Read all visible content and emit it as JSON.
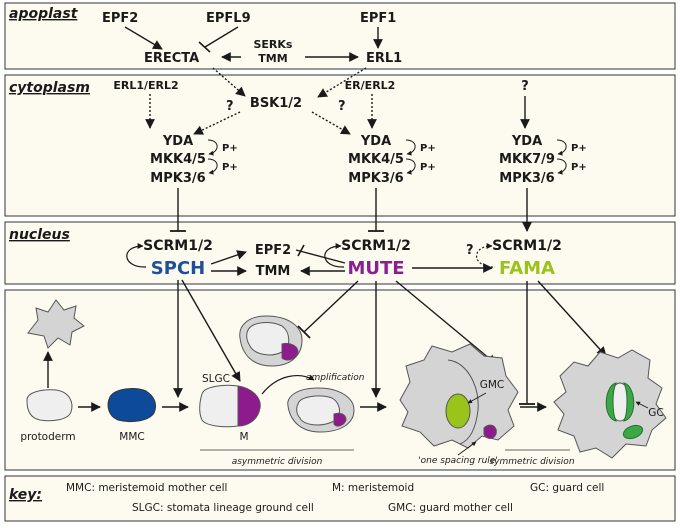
{
  "sections": {
    "apoplast": "apoplast",
    "cytoplasm": "cytoplasm",
    "nucleus": "nucleus",
    "key": "key:"
  },
  "apoplast": {
    "epf2": "EPF2",
    "epfl9": "EPFL9",
    "epf1": "EPF1",
    "erecta": "ERECTA",
    "erl1": "ERL1",
    "serks": "SERKs",
    "tmm": "TMM"
  },
  "cytoplasm": {
    "erl1_erl2": "ERL1/ERL2",
    "er_erl2": "ER/ERL2",
    "bsk": "BSK1/2",
    "q1": "?",
    "q2": "?",
    "q3": "?",
    "col1": {
      "yda": "YDA",
      "mkk": "MKK4/5",
      "mpk": "MPK3/6"
    },
    "col2": {
      "yda": "YDA",
      "mkk": "MKK4/5",
      "mpk": "MPK3/6"
    },
    "col3": {
      "yda": "YDA",
      "mkk": "MKK7/9",
      "mpk": "MPK3/6"
    },
    "pplus": "P+"
  },
  "nucleus": {
    "scrm_a": "SCRM1/2",
    "spch": "SPCH",
    "epf2": "EPF2",
    "tmm": "TMM",
    "scrm_b": "SCRM1/2",
    "mute": "MUTE",
    "q": "?",
    "scrm_c": "SCRM1/2",
    "fama": "FAMA"
  },
  "cells": {
    "protoderm": "protoderm",
    "mmc": "MMC",
    "slgc": "SLGC",
    "m": "M",
    "amplification": "amplification",
    "asymmetric": "asymmetric division",
    "gmc": "GMC",
    "spacing": "'one spacing rule'",
    "symmetric": "symmetric division",
    "gc": "GC"
  },
  "key": {
    "mmc": "MMC: meristemoid mother cell",
    "m": "M: meristemoid",
    "gc": "GC: guard cell",
    "slgc": "SLGC: stomata lineage ground cell",
    "gmc": "GMC: guard mother cell"
  },
  "colors": {
    "panel": "#fdfbef",
    "border": "#333333",
    "spch": "#1f4e9a",
    "mute": "#8a1f8f",
    "fama": "#9ac31c",
    "mmc_cell": "#0d4b9a",
    "meristemoid": "#8e1a8e",
    "gmc_cell": "#9bc41a",
    "guard": "#3aa845",
    "cell_grey": "#d4d4d4",
    "cell_light": "#efefef"
  }
}
